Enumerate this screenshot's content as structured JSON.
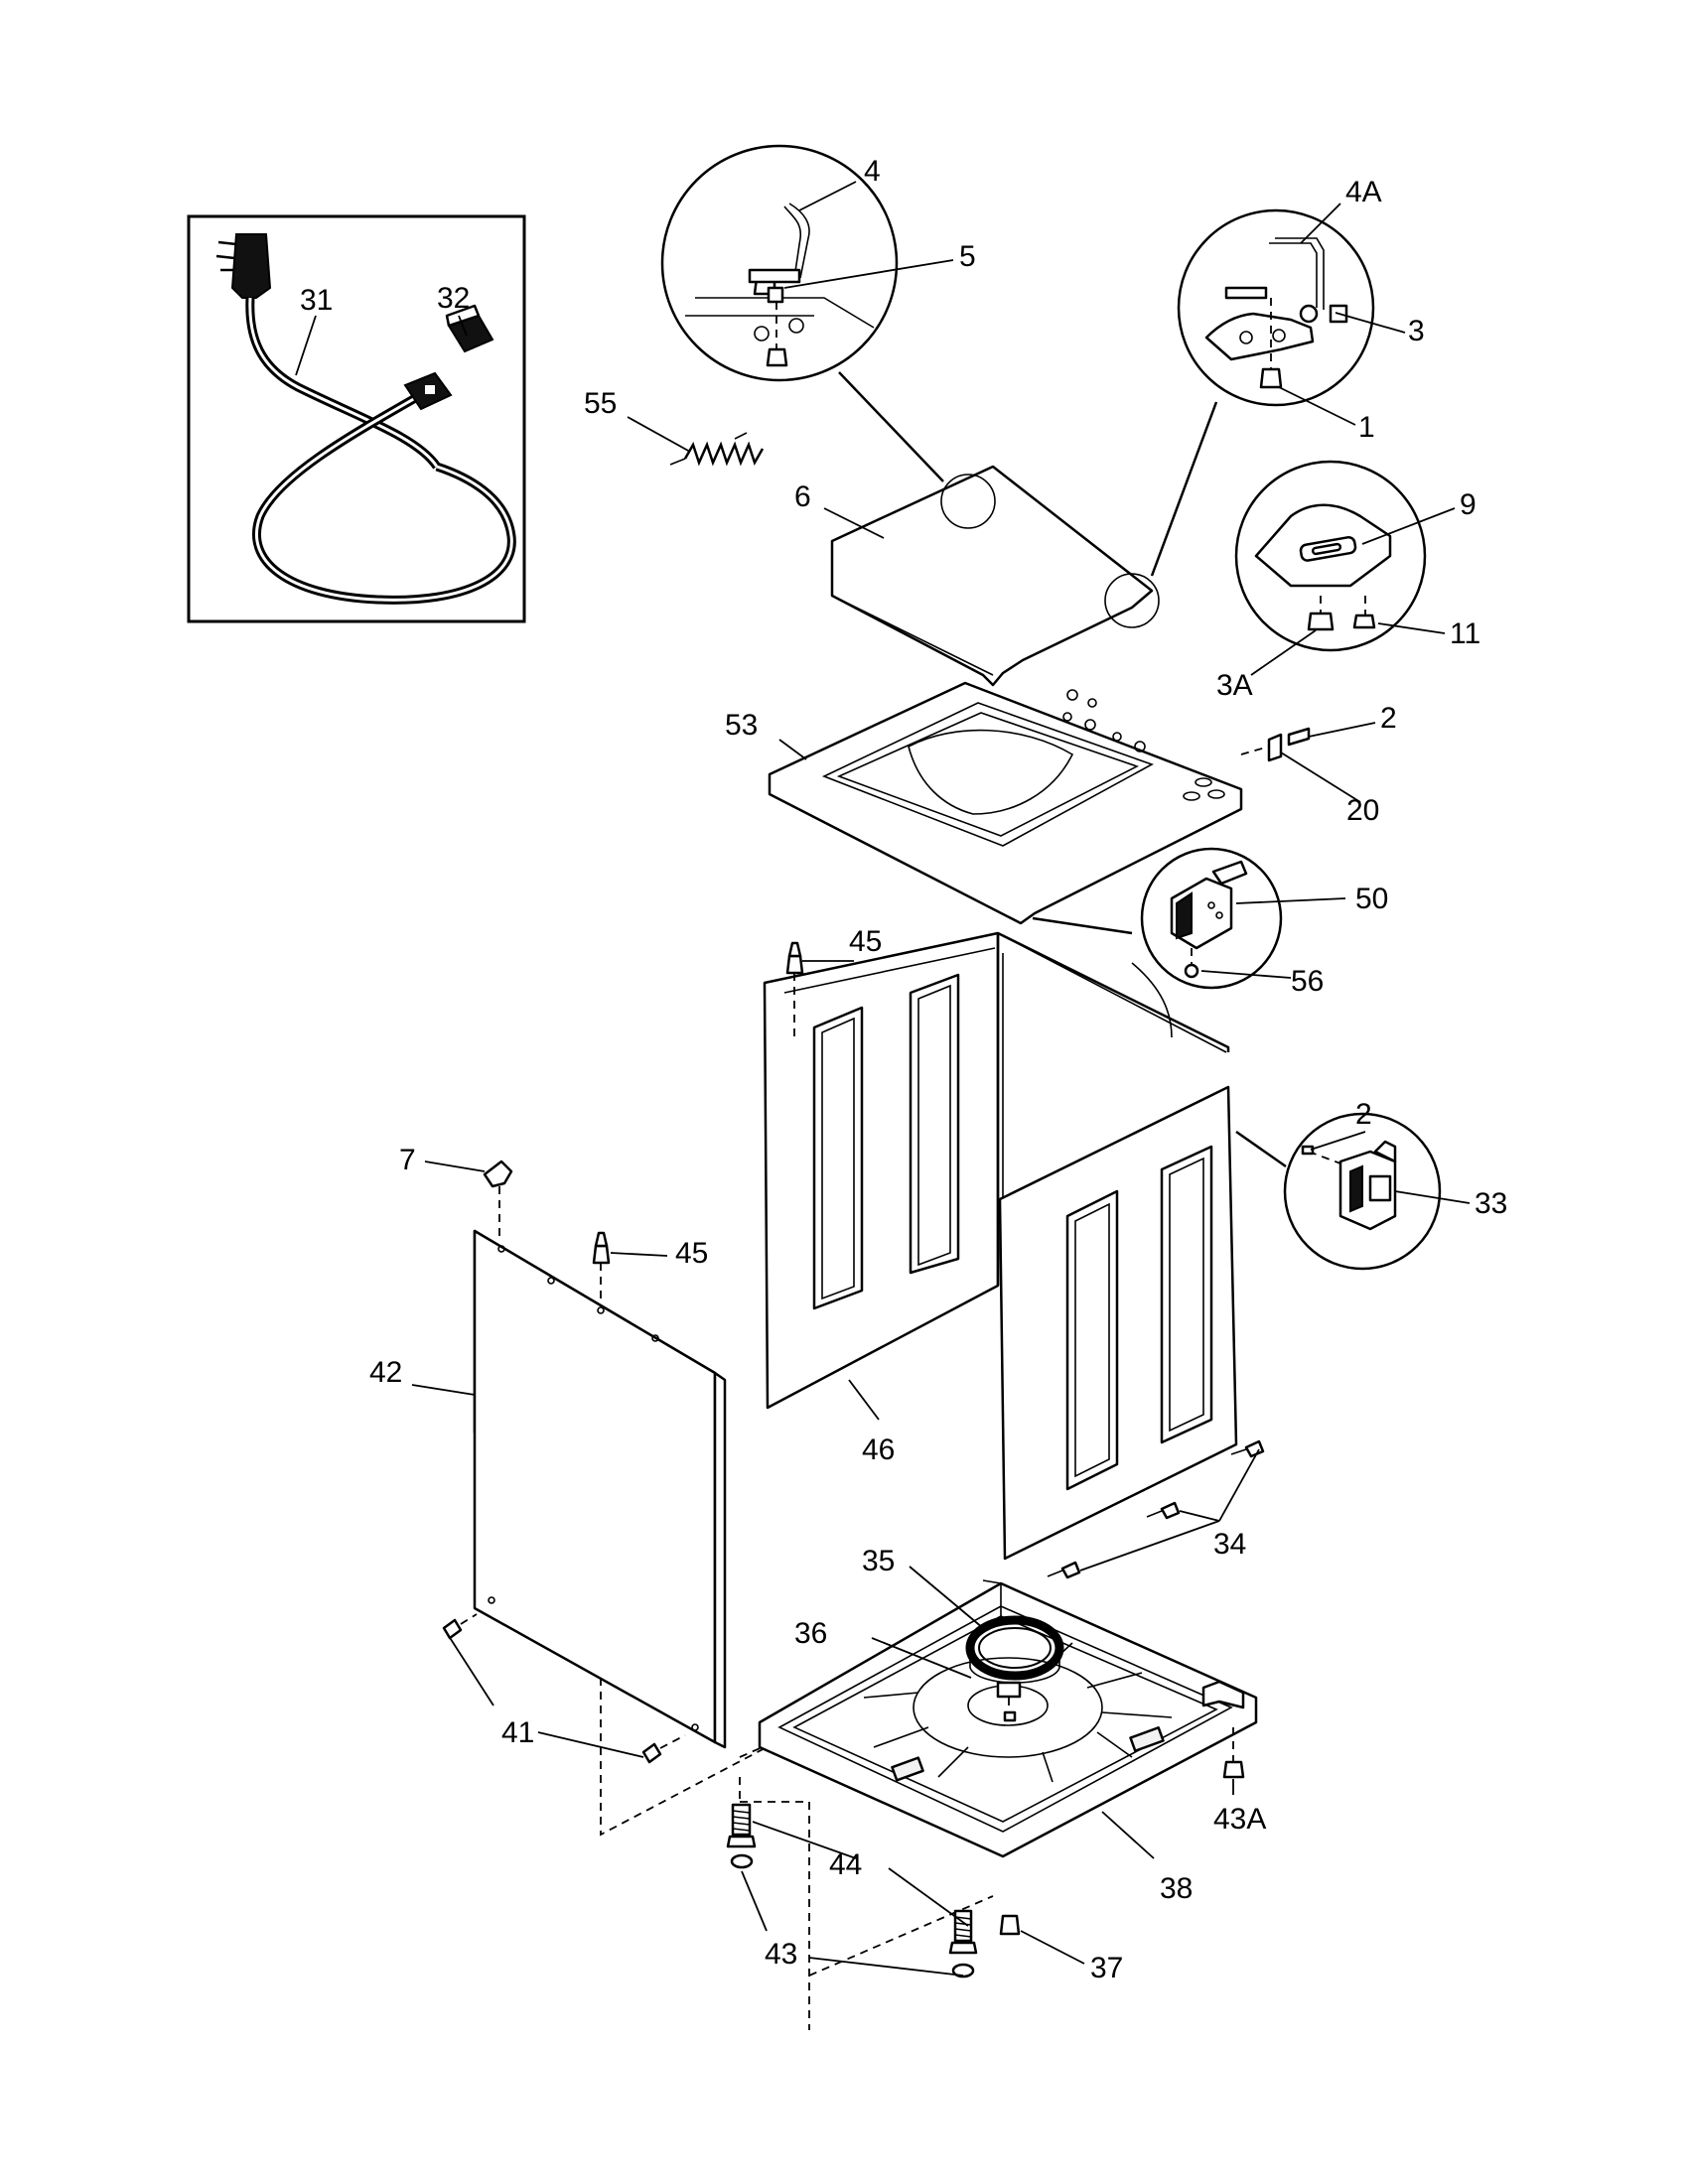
{
  "callouts": [
    {
      "id": "c4",
      "text": "4"
    },
    {
      "id": "c4a",
      "text": "4A"
    },
    {
      "id": "c5",
      "text": "5"
    },
    {
      "id": "c3",
      "text": "3"
    },
    {
      "id": "c1",
      "text": "1"
    },
    {
      "id": "c31",
      "text": "31"
    },
    {
      "id": "c32",
      "text": "32"
    },
    {
      "id": "c55",
      "text": "55"
    },
    {
      "id": "c6",
      "text": "6"
    },
    {
      "id": "c9",
      "text": "9"
    },
    {
      "id": "c11",
      "text": "11"
    },
    {
      "id": "c3a",
      "text": "3A"
    },
    {
      "id": "c53",
      "text": "53"
    },
    {
      "id": "c2a",
      "text": "2"
    },
    {
      "id": "c20",
      "text": "20"
    },
    {
      "id": "c50",
      "text": "50"
    },
    {
      "id": "c56",
      "text": "56"
    },
    {
      "id": "c45a",
      "text": "45"
    },
    {
      "id": "c2b",
      "text": "2"
    },
    {
      "id": "c33",
      "text": "33"
    },
    {
      "id": "c7",
      "text": "7"
    },
    {
      "id": "c45b",
      "text": "45"
    },
    {
      "id": "c42",
      "text": "42"
    },
    {
      "id": "c46",
      "text": "46"
    },
    {
      "id": "c34",
      "text": "34"
    },
    {
      "id": "c35",
      "text": "35"
    },
    {
      "id": "c36",
      "text": "36"
    },
    {
      "id": "c41",
      "text": "41"
    },
    {
      "id": "c43a",
      "text": "43A"
    },
    {
      "id": "c44",
      "text": "44"
    },
    {
      "id": "c38",
      "text": "38"
    },
    {
      "id": "c43",
      "text": "43"
    },
    {
      "id": "c37",
      "text": "37"
    }
  ]
}
